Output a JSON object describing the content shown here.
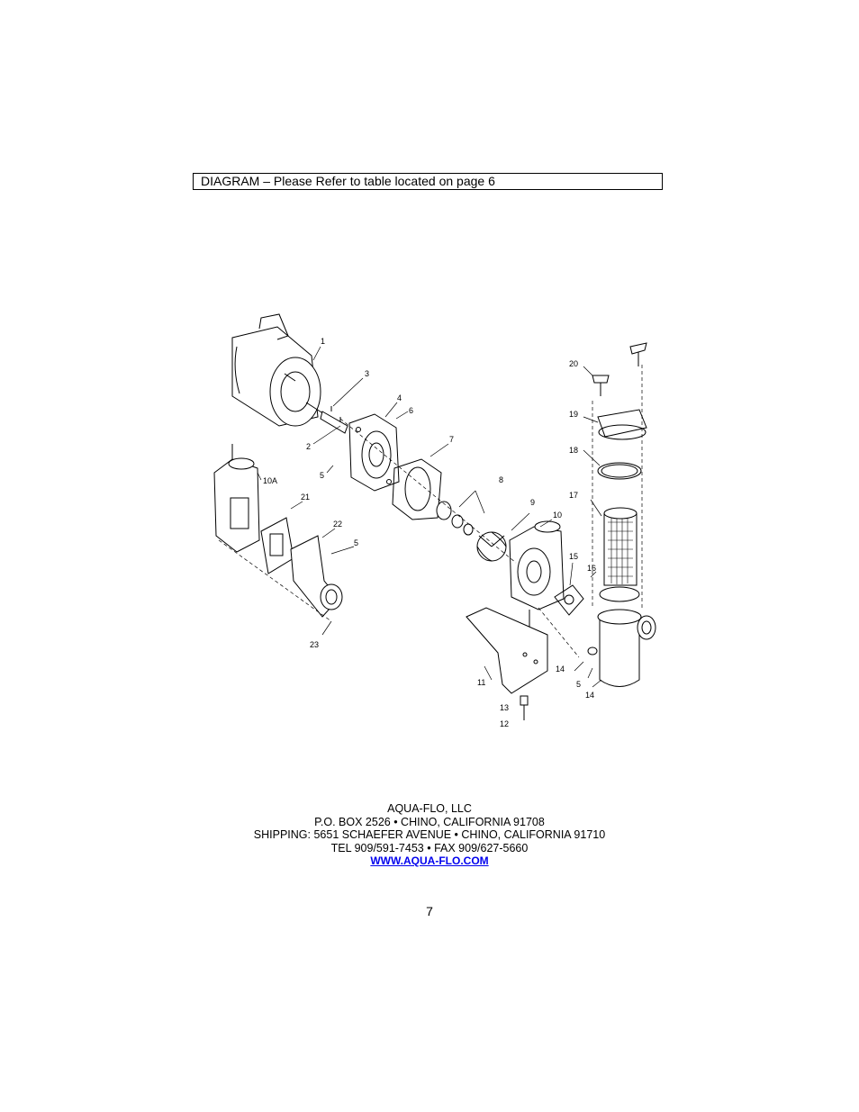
{
  "header": {
    "text": "DIAGRAM – Please Refer to table located on page 6"
  },
  "diagram": {
    "callouts": [
      "1",
      "2",
      "3",
      "4",
      "5",
      "6",
      "7",
      "8",
      "9",
      "10",
      "10A",
      "11",
      "12",
      "13",
      "14",
      "15",
      "16",
      "17",
      "18",
      "19",
      "20",
      "21",
      "22",
      "23"
    ]
  },
  "footer": {
    "company": "AQUA-FLO, LLC",
    "po_box": "P.O. BOX 2526 • CHINO, CALIFORNIA  91708",
    "shipping": "SHIPPING:  5651 SCHAEFER AVENUE • CHINO, CALIFORNIA  91710",
    "phone": "TEL  909/591-7453 • FAX  909/627-5660",
    "website": "WWW.AQUA-FLO.COM"
  },
  "page_number": "7"
}
